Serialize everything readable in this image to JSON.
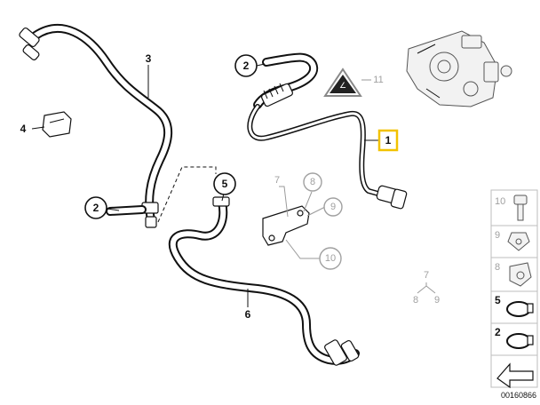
{
  "callouts": {
    "c1": "1",
    "c2_top": "2",
    "c2_left": "2",
    "c3": "3",
    "c4": "4",
    "c5": "5",
    "c6": "6",
    "c7": "7",
    "c8": "8",
    "c9": "9",
    "c10": "10",
    "c11": "11"
  },
  "group_label": {
    "top": "7",
    "left": "8",
    "right": "9"
  },
  "side_panel": [
    {
      "num": "10",
      "active": false
    },
    {
      "num": "9",
      "active": false
    },
    {
      "num": "8",
      "active": false
    },
    {
      "num": "5",
      "active": true
    },
    {
      "num": "2",
      "active": true
    }
  ],
  "warning_symbol_text": "∠",
  "document_number": "00160866",
  "colors": {
    "highlight": "#f2c200",
    "ink": "#111111",
    "grey": "#a0a0a0"
  }
}
